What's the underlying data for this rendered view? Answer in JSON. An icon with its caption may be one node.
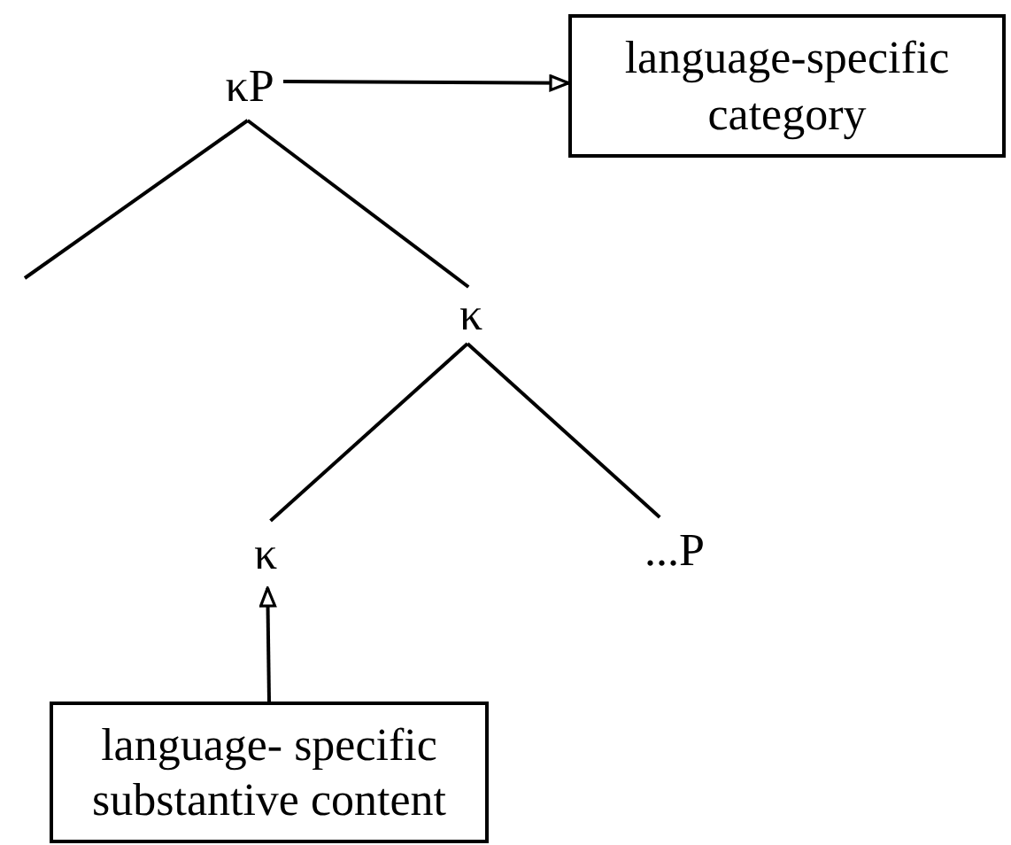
{
  "diagram": {
    "nodes": [
      {
        "text": [
          "κP"
        ]
      },
      {
        "text": [
          "language-specific category"
        ]
      },
      {
        "text": [
          "κ"
        ]
      },
      {
        "text": [
          "κ"
        ]
      },
      {
        "text": [
          "...P"
        ]
      },
      {
        "text": [
          "language- specific substantive content"
        ]
      }
    ],
    "edges": [
      {
        "from": 0,
        "to": 1,
        "arrow": "to"
      },
      {
        "from": 0,
        "to": null,
        "arrow": "none"
      },
      {
        "from": 0,
        "to": 2,
        "arrow": "none"
      },
      {
        "from": 2,
        "to": 3,
        "arrow": "none"
      },
      {
        "from": 2,
        "to": 4,
        "arrow": "none"
      },
      {
        "from": 5,
        "to": 3,
        "arrow": "to"
      }
    ]
  }
}
